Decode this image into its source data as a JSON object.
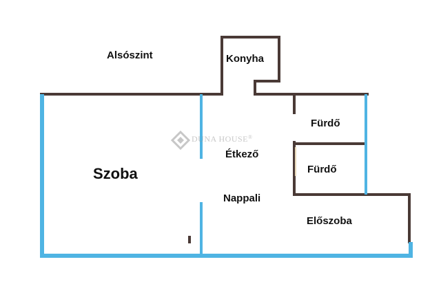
{
  "floor": {
    "title": "Alsószint"
  },
  "rooms": {
    "konyha": "Konyha",
    "furdo_1": "Fürdő",
    "furdo_2": "Fürdő",
    "etkezo": "Étkező",
    "szoba": "Szoba",
    "nappali": "Nappali",
    "eloszoba": "Előszoba"
  },
  "watermark": {
    "brand": "DUNA HOUSE",
    "mark": "®"
  },
  "colors": {
    "exterior_wall": "#4fb4e3",
    "interior_wall": "#4a3a36",
    "text": "#111111",
    "watermark": "#9a9a9a"
  }
}
